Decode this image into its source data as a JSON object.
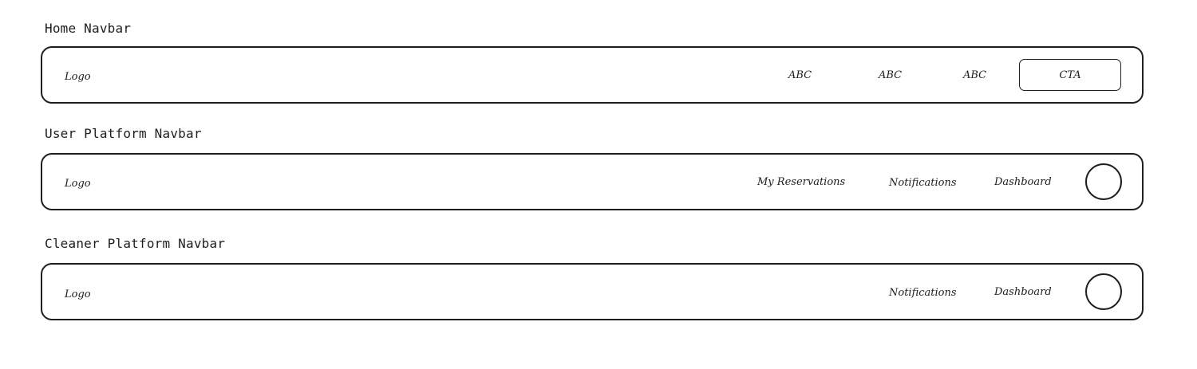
{
  "sections": {
    "home": {
      "title": "Home Navbar",
      "logo": "Logo",
      "links": [
        "ABC",
        "ABC",
        "ABC"
      ],
      "cta": "CTA"
    },
    "user": {
      "title": "User Platform Navbar",
      "logo": "Logo",
      "links": [
        "My Reservations",
        "Notifications",
        "Dashboard"
      ]
    },
    "cleaner": {
      "title": "Cleaner Platform Navbar",
      "logo": "Logo",
      "links": [
        "Notifications",
        "Dashboard"
      ]
    }
  },
  "colors": {
    "stroke": "#1e1e1e",
    "background": "#ffffff"
  },
  "icons": {
    "avatar": "user-avatar-circle"
  }
}
